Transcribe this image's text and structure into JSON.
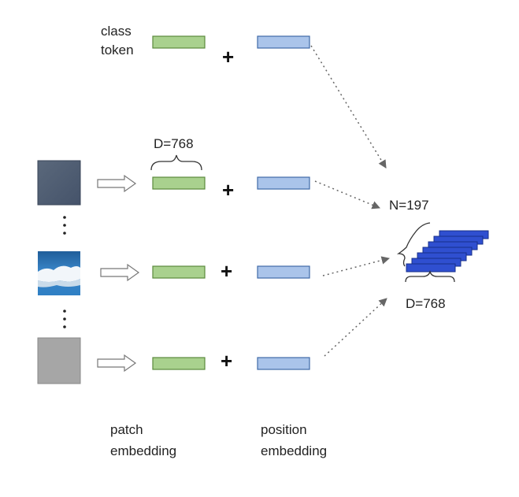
{
  "labels": {
    "class_token_line1": "class",
    "class_token_line2": "token",
    "patch_dim": "D=768",
    "seq_len": "N=197",
    "output_dim": "D=768",
    "patch_embedding_line1": "patch",
    "patch_embedding_line2": "embedding",
    "position_embedding_line1": "position",
    "position_embedding_line2": "embedding"
  },
  "operators": {
    "plus": "+"
  },
  "colors": {
    "patch_embedding": "#a9d18e",
    "patch_embedding_border": "#5a8a3c",
    "position_embedding": "#aac4ea",
    "position_embedding_border": "#3f6aa8",
    "output_stack": "#2f4fd0",
    "output_stack_border": "#172f8a",
    "patch_dark": "#4f5e72",
    "patch_sky": "#2f7fc4",
    "patch_gray": "#a6a6a6",
    "arrow": "#666666"
  },
  "icons": {
    "process_arrow": "hollow-right-arrow-icon",
    "vertical_dots": "vertical-ellipsis-icon"
  }
}
